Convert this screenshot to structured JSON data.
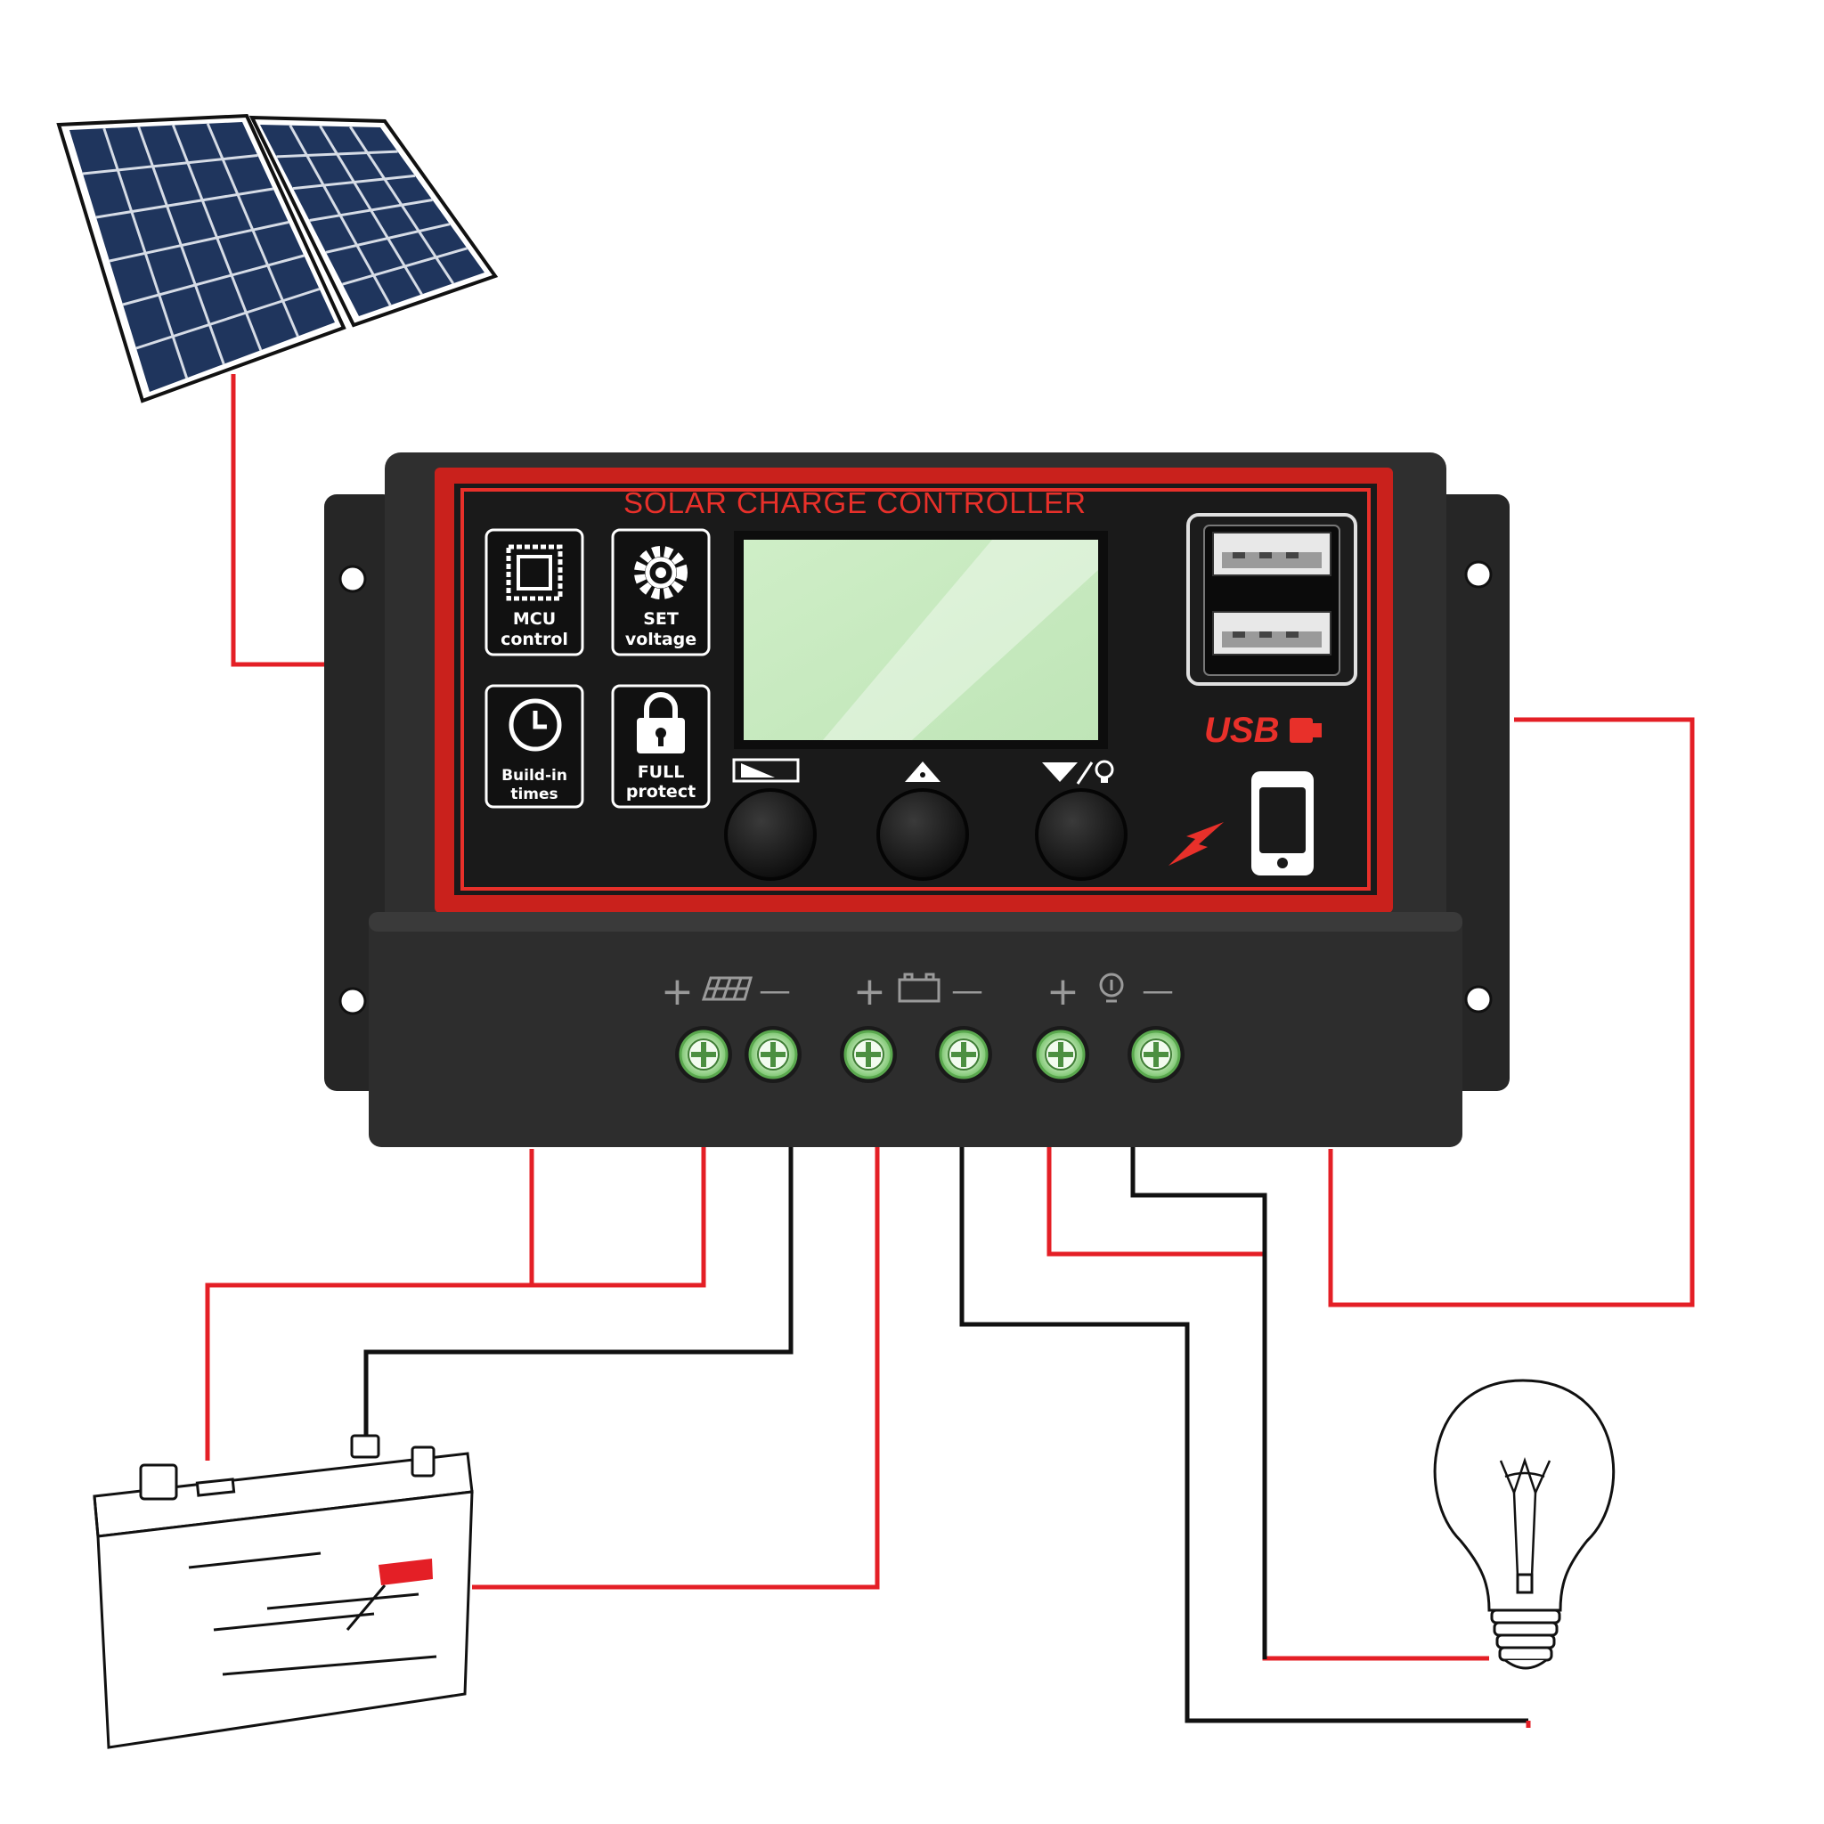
{
  "controller": {
    "title": "SOLAR CHARGE CONTROLLER",
    "features": [
      {
        "line1": "MCU",
        "line2": "control",
        "icon": "chip-icon"
      },
      {
        "line1": "SET",
        "line2": "voltage",
        "icon": "gear-icon"
      },
      {
        "line1": "Build-in",
        "line2": "times",
        "icon": "clock-icon"
      },
      {
        "line1": "FULL",
        "line2": "protect",
        "icon": "lock-icon"
      }
    ],
    "usb_label": "USB",
    "buttons": [
      "menu-button",
      "up-button",
      "down-light-button"
    ],
    "terminal_groups": [
      {
        "name": "solar-panel-terminals",
        "icon": "solar-panel-icon"
      },
      {
        "name": "battery-terminals",
        "icon": "battery-icon"
      },
      {
        "name": "load-terminals",
        "icon": "bulb-icon"
      }
    ],
    "plus_sign": "+",
    "minus_sign": "—"
  },
  "colors": {
    "body": "#2b2b2b",
    "face": "#1a1a1a",
    "accent_red": "#e8302a",
    "lcd": "#cfeec7",
    "wire_red": "#e41f26",
    "wire_black": "#111111"
  }
}
